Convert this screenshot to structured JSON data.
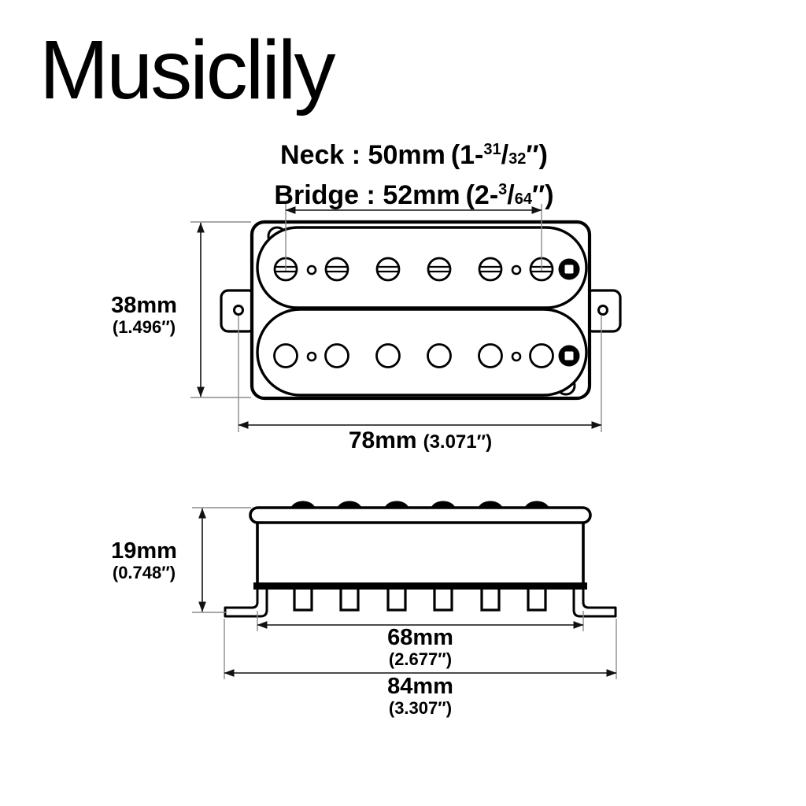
{
  "brand": {
    "name": "Musiclily"
  },
  "header": {
    "neck": {
      "label": "Neck",
      "sep": " : ",
      "value": "50mm",
      "open": "(1-",
      "numerator": "31",
      "slash": "/",
      "denominator": "32",
      "close": "″)"
    },
    "bridge": {
      "label": "Bridge",
      "sep": " : ",
      "value": "52mm",
      "open": "(2-",
      "numerator": "3",
      "slash": "/",
      "denominator": "64",
      "close": "″)"
    }
  },
  "top_view": {
    "height": {
      "mm": "38mm",
      "inch": "(1.496″)"
    },
    "width": {
      "mm": "78mm",
      "inch": "(3.071″)"
    }
  },
  "side_view": {
    "height": {
      "mm": "19mm",
      "inch": "(0.748″)"
    },
    "base_width": {
      "mm": "68mm",
      "inch": "(2.677″)"
    },
    "total_width": {
      "mm": "84mm",
      "inch": "(3.307″)"
    }
  },
  "colors": {
    "ink": "#000000",
    "background": "#ffffff",
    "dimension_line": "#111111",
    "witness_line": "#8c8c8c"
  }
}
